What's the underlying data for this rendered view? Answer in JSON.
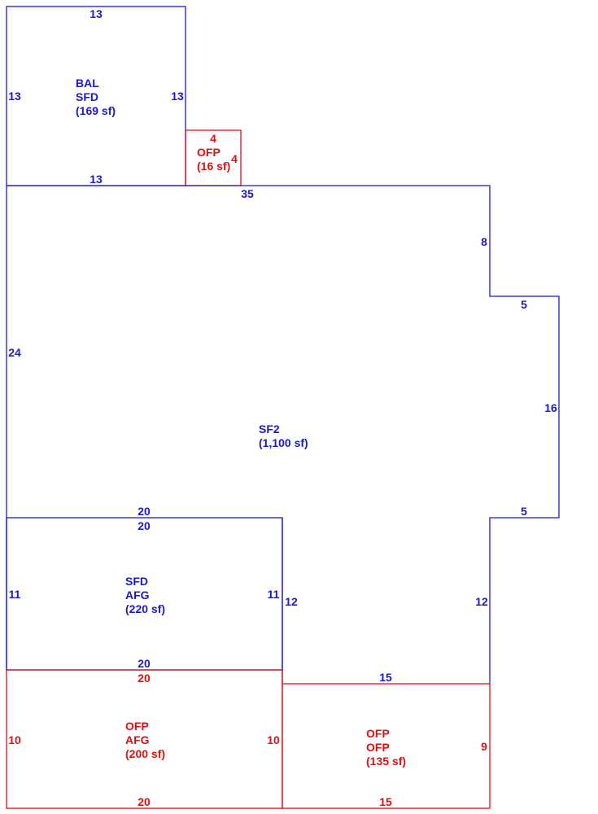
{
  "colors": {
    "living": "#1a1acc",
    "porch": "#dd1111"
  },
  "areas": {
    "bal": {
      "lines": [
        "BAL",
        "SFD",
        "(169 sf)"
      ]
    },
    "ofp_small": {
      "lines": [
        "OFP",
        "(16 sf)"
      ]
    },
    "sf2": {
      "lines": [
        "SF2",
        "(1,100 sf)"
      ]
    },
    "sfd_afg": {
      "lines": [
        "SFD",
        "AFG",
        "(220 sf)"
      ]
    },
    "ofp_afg": {
      "lines": [
        "OFP",
        "AFG",
        "(200 sf)"
      ]
    },
    "ofp_ofp": {
      "lines": [
        "OFP",
        "OFP",
        "(135 sf)"
      ]
    }
  },
  "dimensions": {
    "bal_top": "13",
    "bal_left": "13",
    "bal_right": "13",
    "bal_bottom": "13",
    "ofp_small_top": "4",
    "ofp_small_right": "4",
    "sf2_top": "35",
    "sf2_right_upper": "8",
    "sf2_step_top": "5",
    "sf2_right_mid": "16",
    "sf2_step_bottom": "5",
    "sf2_left": "24",
    "sf2_right_lower": "12",
    "sf2_inner": "12",
    "sf2_shared_top": "20",
    "sfd_top": "20",
    "sfd_left": "11",
    "sfd_right": "11",
    "sfd_bottom": "20",
    "ofp_afg_top": "20",
    "ofp_afg_left": "10",
    "ofp_afg_right": "10",
    "ofp_afg_bottom": "20",
    "ofp_ofp_top": "15",
    "ofp_ofp_right": "9",
    "ofp_ofp_bottom": "15"
  }
}
